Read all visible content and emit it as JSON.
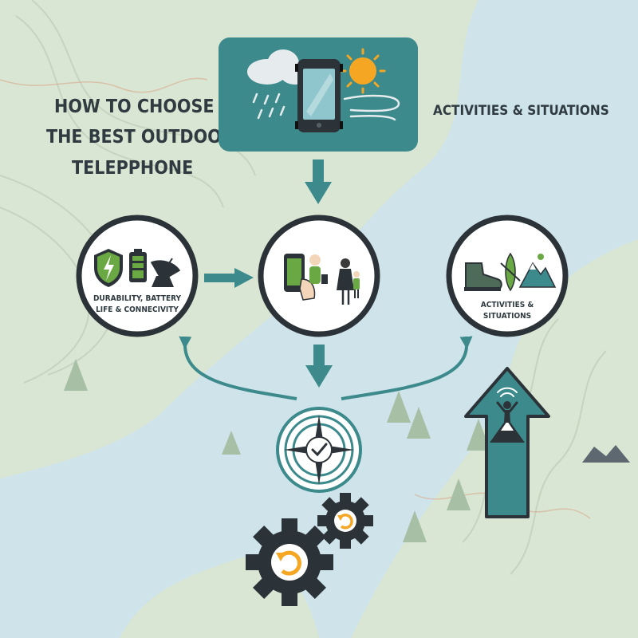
{
  "title": {
    "line1": "HOW TO CHOOSE",
    "line2": "THE BEST OUTDOOR",
    "line3": "TELEPPHONE"
  },
  "header_label": "ACTIVITIES & SITUATIONS",
  "left_circle": {
    "line1": "DURABILITY, BATTERY",
    "line2": "LIFE & CONNECIVITY"
  },
  "right_circle": {
    "line1": "ACTIVITIES &",
    "line2": "SITUATIONS"
  },
  "colors": {
    "teal": "#3c8a8c",
    "teal_dark": "#2b6f72",
    "ink": "#2f3b40",
    "green": "#6aa844",
    "orange": "#f5a623",
    "map_land": "#d9e6d4",
    "map_water": "#cfe3ea"
  }
}
